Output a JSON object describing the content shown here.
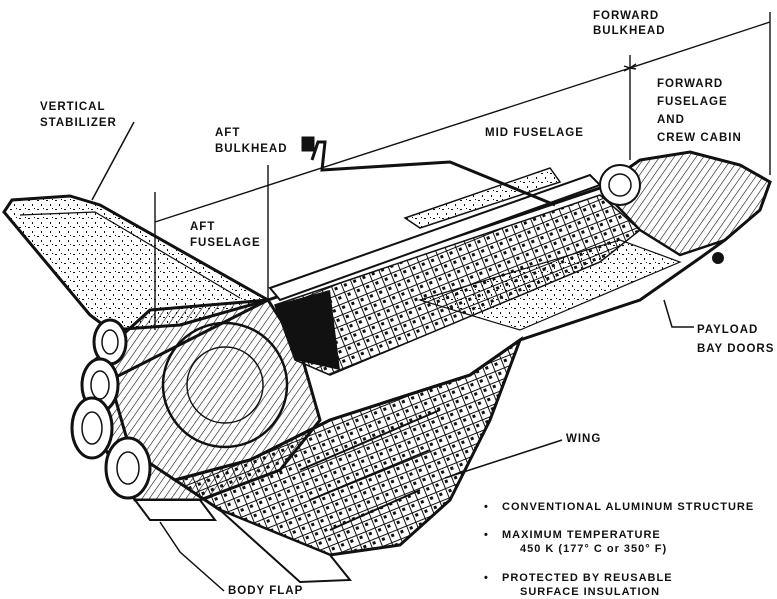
{
  "diagram": {
    "labels": {
      "forward_bulkhead": [
        "FORWARD",
        "BULKHEAD"
      ],
      "forward_fuselage": [
        "FORWARD",
        "FUSELAGE",
        "AND",
        "CREW CABIN"
      ],
      "vertical_stabilizer": [
        "VERTICAL",
        "STABILIZER"
      ],
      "aft_bulkhead": [
        "AFT",
        "BULKHEAD"
      ],
      "mid_fuselage": [
        "MID FUSELAGE"
      ],
      "aft_fuselage": [
        "AFT",
        "FUSELAGE"
      ],
      "payload_bay_doors": [
        "PAYLOAD",
        "BAY DOORS"
      ],
      "wing": [
        "WING"
      ],
      "body_flap": [
        "BODY FLAP"
      ]
    },
    "notes": [
      {
        "bullet": "•",
        "text": "CONVENTIONAL ALUMINUM STRUCTURE",
        "sub": ""
      },
      {
        "bullet": "•",
        "text": "MAXIMUM TEMPERATURE",
        "sub": "450 K (177° C or 350° F)"
      },
      {
        "bullet": "•",
        "text": "PROTECTED BY REUSABLE",
        "sub": "SURFACE INSULATION"
      }
    ]
  },
  "colors": {
    "ink": "#111111",
    "paper": "#ffffff"
  }
}
